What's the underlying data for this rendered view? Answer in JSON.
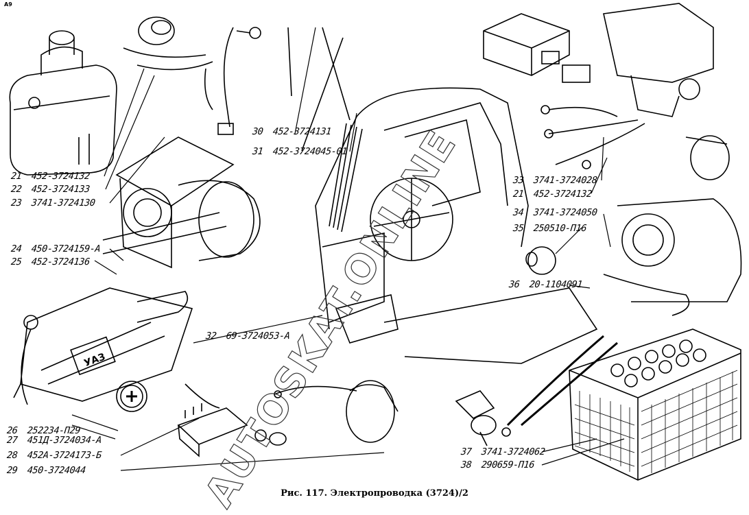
{
  "figure": {
    "caption": "Рис. 117. Электропроводка (3724)/2",
    "corner_mark": "A9",
    "watermark": "AUTOSKAT.ONLINE",
    "vehicle_plate_text": "УАЗ"
  },
  "callouts": [
    {
      "num": "21",
      "code": "452-3724132"
    },
    {
      "num": "22",
      "code": "452-3724133"
    },
    {
      "num": "23",
      "code": "3741-3724130"
    },
    {
      "num": "24",
      "code": "450-3724159-А"
    },
    {
      "num": "25",
      "code": "452-3724136"
    },
    {
      "num": "26",
      "code": "252234-П29"
    },
    {
      "num": "27",
      "code": "451Д-3724034-А"
    },
    {
      "num": "28",
      "code": "452А-3724173-Б"
    },
    {
      "num": "29",
      "code": "450-3724044"
    },
    {
      "num": "30",
      "code": "452-3724131"
    },
    {
      "num": "31",
      "code": "452-3724045-01"
    },
    {
      "num": "32",
      "code": "69-3724053-А"
    },
    {
      "num": "33",
      "code": "3741-3724028"
    },
    {
      "num": "21",
      "code": "452-3724132"
    },
    {
      "num": "34",
      "code": "3741-3724050"
    },
    {
      "num": "35",
      "code": "250510-П16"
    },
    {
      "num": "36",
      "code": "20-1104091"
    },
    {
      "num": "37",
      "code": "3741-3724062"
    },
    {
      "num": "38",
      "code": "290659-П16"
    }
  ]
}
